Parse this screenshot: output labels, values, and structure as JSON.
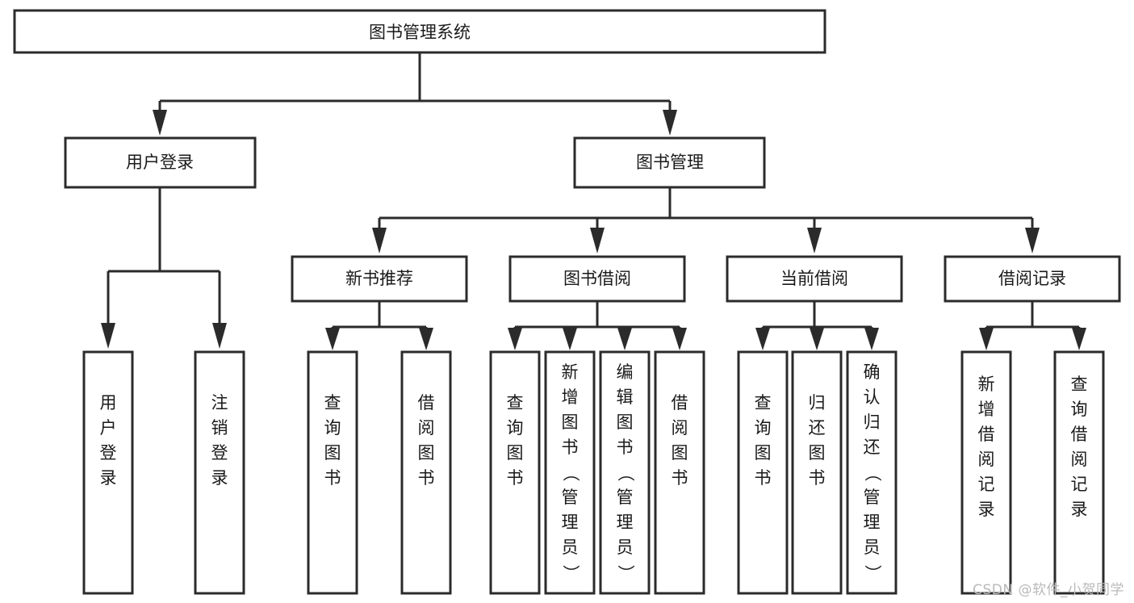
{
  "diagram": {
    "title": "图书管理系统",
    "type": "tree-hierarchy",
    "watermark": "CSDN @软件_小贺同学",
    "colors": {
      "stroke": "#2b2b2b",
      "fill": "#ffffff",
      "text": "#1a1a1a",
      "watermark": "#b9b9b9"
    },
    "root": {
      "label": "图书管理系统",
      "orientation": "horizontal"
    },
    "level2": [
      {
        "label": "用户登录",
        "orientation": "horizontal"
      },
      {
        "label": "图书管理",
        "orientation": "horizontal"
      }
    ],
    "level3": [
      {
        "label": "新书推荐",
        "orientation": "horizontal"
      },
      {
        "label": "图书借阅",
        "orientation": "horizontal"
      },
      {
        "label": "当前借阅",
        "orientation": "horizontal"
      },
      {
        "label": "借阅记录",
        "orientation": "horizontal"
      }
    ],
    "leaves": {
      "user_login": [
        {
          "label": "用户登录",
          "orientation": "vertical"
        },
        {
          "label": "注销登录",
          "orientation": "vertical"
        }
      ],
      "new_book_recommend": [
        {
          "label": "查询图书",
          "orientation": "vertical"
        },
        {
          "label": "借阅图书",
          "orientation": "vertical"
        }
      ],
      "book_borrow": [
        {
          "label": "查询图书",
          "orientation": "vertical"
        },
        {
          "label": "新增图书（管理员）",
          "orientation": "vertical"
        },
        {
          "label": "编辑图书（管理员）",
          "orientation": "vertical"
        },
        {
          "label": "借阅图书",
          "orientation": "vertical"
        }
      ],
      "current_borrow": [
        {
          "label": "查询图书",
          "orientation": "vertical"
        },
        {
          "label": "归还图书",
          "orientation": "vertical"
        },
        {
          "label": "确认归还（管理员）",
          "orientation": "vertical"
        }
      ],
      "borrow_record": [
        {
          "label": "新增借阅记录",
          "orientation": "vertical"
        },
        {
          "label": "查询借阅记录",
          "orientation": "vertical"
        }
      ]
    }
  }
}
